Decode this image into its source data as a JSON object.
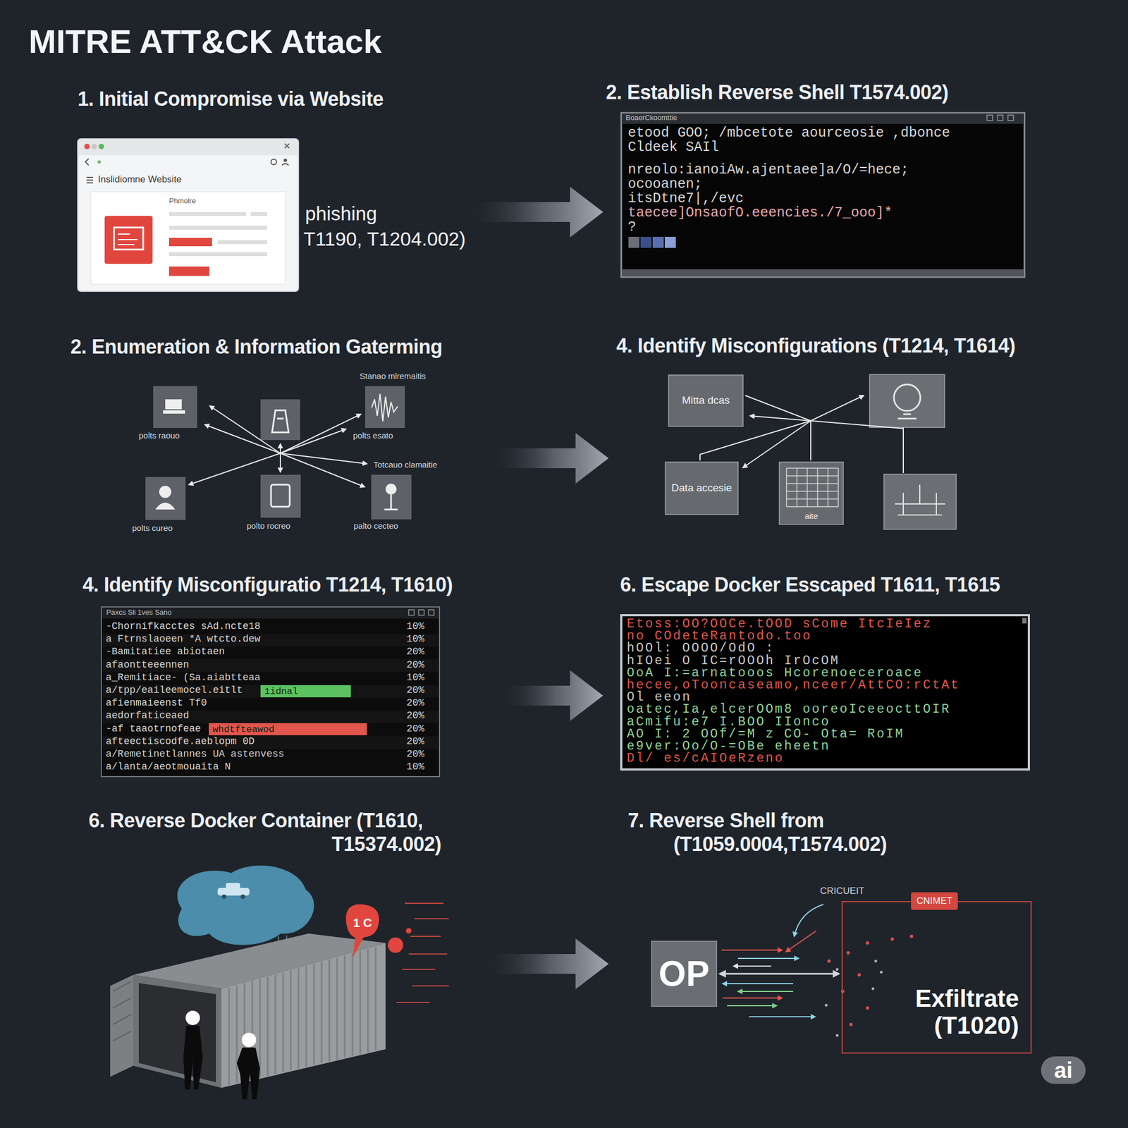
{
  "diagram": {
    "title": "MITRE ATT&CK Attack",
    "nodes": [
      {
        "text": [
          "1. Initial Compromise via Website"
        ]
      },
      {
        "text": [
          "2. Establish Reverse Shell T1574.002)"
        ]
      },
      {
        "text": [
          "2. Enumeration & Information Gaterming"
        ]
      },
      {
        "text": [
          "4. Identify Misconfigurations (T1214, T1614)"
        ]
      },
      {
        "text": [
          "Mitta dcas"
        ],
        "in": 3
      },
      {
        "text": [
          "Data accesie"
        ],
        "in": 3
      },
      {
        "text": [
          "aite"
        ],
        "in": 3
      },
      {
        "text": [
          "4. Identify Misconfiguratio T1214, T1610)"
        ]
      },
      {
        "text": [
          "6. Escape Docker Esscaped T1611, T1615"
        ]
      },
      {
        "text": [
          "6. Reverse Docker Container (T1610, T15374.002)"
        ]
      },
      {
        "text": [
          "7. Reverse Shell from (T1059.0004,T1574.002)"
        ]
      },
      {
        "text": [
          "OP"
        ],
        "in": 10
      },
      {
        "text": [
          "CNIMET",
          "Exfiltrate (T1020)"
        ],
        "in": 10
      }
    ],
    "edges": [
      {
        "from": 0,
        "to": 1,
        "arrow": "to"
      },
      {
        "from": 2,
        "to": 3,
        "arrow": "to"
      },
      {
        "from": 7,
        "to": 8,
        "arrow": "to"
      },
      {
        "from": 9,
        "to": 10,
        "arrow": "to"
      },
      {
        "from": 11,
        "to": 12,
        "arrow": "both"
      }
    ],
    "labels": [
      "Inslidiomne Website",
      "Phmolre",
      "phishing",
      "T1190, T1204.002)",
      "BoaerCkoomttie",
      "etood GOO; /mbcetote aourceosie ,dbonce",
      "Cldeek SAIl",
      "nreolo:ianoiAw.ajentaee]a/O/=hece;",
      "ocooanen;",
      "itsDtne7|,/evc",
      "taecee]OnsaofO.eeencies./7_ooo]*",
      "?",
      "Stanao mlremaitis",
      "polts raouo",
      "polts esato",
      "Totcauo clamaitie",
      "polts cureo",
      "polto rocreo",
      "palto cecteo",
      "Paxcs Sli 1ves Sano",
      "-Chornifkacctes sAd.ncte18",
      "10%",
      "a Ftrnslaoeen *A wtcto.dew",
      "10%",
      "-Bamitatiee abiotaen",
      "20%",
      "afaontteeennen",
      "20%",
      "a_Remitiace- (Sa.aiabtteaa",
      "10%",
      "a/tpp/eaileemocel.eitlt",
      "20%",
      "afienmaieenst Tf0",
      "20%",
      "aedorfaticeaed",
      "20%",
      "-af taaotrnofeae",
      "20%",
      "afteectiscodfe.aeblopm 0D",
      "20%",
      "a/Remetinetlannes UA astenvess",
      "20%",
      "a/lanta/aeotmouaita N",
      "10%",
      "1idnal",
      "whdtfteawod",
      "Etoss:OO?OOCe.tOOD sCome ItcIeIez",
      "no COdeteRantodo.too",
      "hOOl: OOOO/OdO :",
      "hIOei O IC=rOOOh IrOcOM",
      "OoA I:=arnatooos Hcorenoeceroace",
      "hecee,oTooncaseamo,nceer/AttCO:rCtAt",
      "Ol eeon",
      "oatec,Ia,elcerOOm8 ooreoIceeocttOIR",
      "aCmifu:e7 I.BOO IIonco",
      "AO I: 2 OOf/=M z CO- Ota= RoIM",
      "e9ver:Oo/O-=OBe eheetn",
      "Dl/ es/cAIOeRzeno",
      "1 C",
      "CRICUEIT",
      "ai"
    ]
  }
}
